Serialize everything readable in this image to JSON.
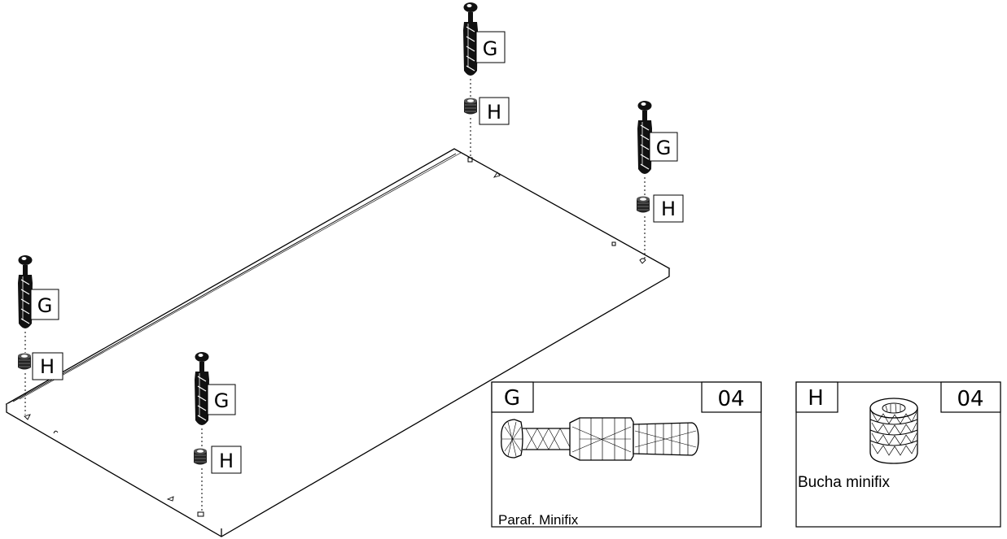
{
  "labels": {
    "screw": "G",
    "bushing": "H"
  },
  "legend": {
    "screw": {
      "letter": "G",
      "quantity": "04",
      "description": "Paraf. Minifix"
    },
    "bushing": {
      "letter": "H",
      "quantity": "04",
      "description": "Bucha minifix"
    }
  }
}
